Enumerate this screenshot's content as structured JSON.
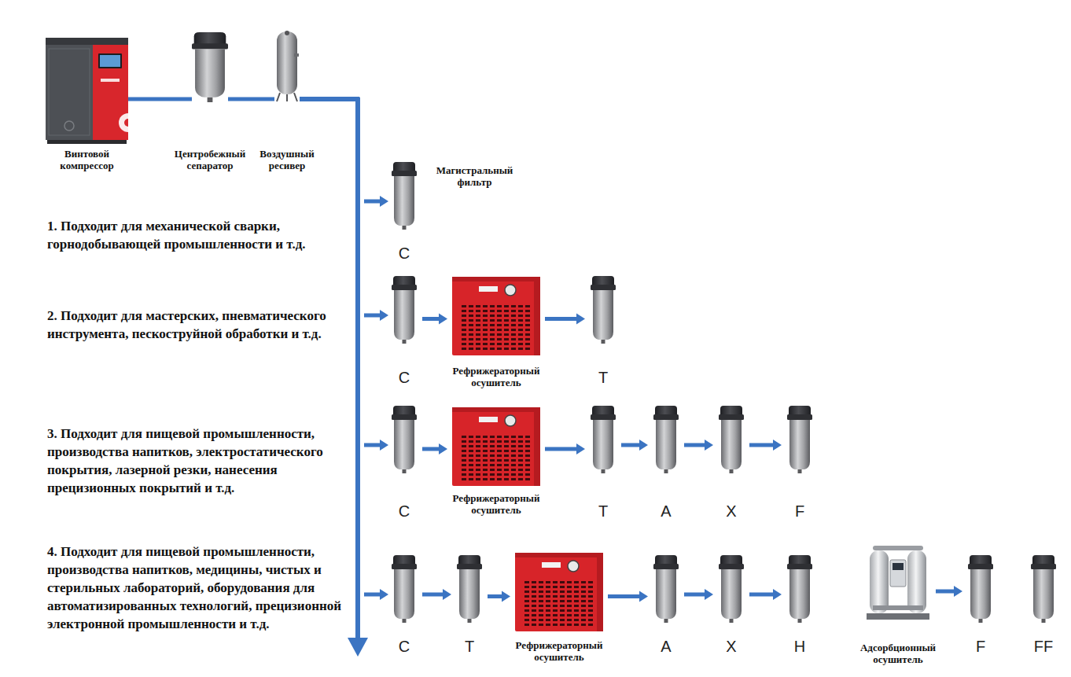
{
  "diagram": {
    "nodes": [
      {
        "text": [
          "Винтовой компрессор"
        ]
      },
      {
        "text": [
          "Центробежный сепаратор"
        ]
      },
      {
        "text": [
          "Воздушный ресивер"
        ]
      },
      {
        "text": [
          "Магистральный фильтр",
          "C"
        ]
      },
      {
        "text": [
          "C"
        ]
      },
      {
        "text": [
          "Рефрижераторный осушитель"
        ]
      },
      {
        "text": [
          "T"
        ]
      },
      {
        "text": [
          "C"
        ]
      },
      {
        "text": [
          "Рефрижераторный осушитель"
        ]
      },
      {
        "text": [
          "T"
        ]
      },
      {
        "text": [
          "A"
        ]
      },
      {
        "text": [
          "X"
        ]
      },
      {
        "text": [
          "F"
        ]
      },
      {
        "text": [
          "C"
        ]
      },
      {
        "text": [
          "T"
        ]
      },
      {
        "text": [
          "Рефрижераторный осушитель"
        ]
      },
      {
        "text": [
          "A"
        ]
      },
      {
        "text": [
          "X"
        ]
      },
      {
        "text": [
          "H"
        ]
      },
      {
        "text": [
          "Адсорбционный осушитель"
        ]
      },
      {
        "text": [
          "F"
        ]
      },
      {
        "text": [
          "FF"
        ]
      }
    ],
    "edges": [
      {
        "from": 0,
        "to": 1,
        "arrow": "none"
      },
      {
        "from": 1,
        "to": 2,
        "arrow": "none"
      },
      {
        "from": 2,
        "to": 3,
        "arrow": "to"
      },
      {
        "from": 2,
        "to": 4,
        "arrow": "to"
      },
      {
        "from": 2,
        "to": 7,
        "arrow": "to"
      },
      {
        "from": 2,
        "to": 13,
        "arrow": "to"
      },
      {
        "from": 4,
        "to": 5,
        "arrow": "to"
      },
      {
        "from": 5,
        "to": 6,
        "arrow": "to"
      },
      {
        "from": 7,
        "to": 8,
        "arrow": "to"
      },
      {
        "from": 8,
        "to": 9,
        "arrow": "to"
      },
      {
        "from": 9,
        "to": 10,
        "arrow": "to"
      },
      {
        "from": 10,
        "to": 11,
        "arrow": "to"
      },
      {
        "from": 11,
        "to": 12,
        "arrow": "to"
      },
      {
        "from": 13,
        "to": 14,
        "arrow": "to"
      },
      {
        "from": 14,
        "to": 15,
        "arrow": "to"
      },
      {
        "from": 15,
        "to": 16,
        "arrow": "to"
      },
      {
        "from": 16,
        "to": 17,
        "arrow": "to"
      },
      {
        "from": 17,
        "to": 18,
        "arrow": "to"
      },
      {
        "from": 19,
        "to": 20,
        "arrow": "to"
      }
    ],
    "labels": [
      "1. Подходит для механической сварки, горнодобывающей промышленности и т.д.",
      "2. Подходит для мастерских, пневматического инструмента, пескоструйной обработки и т.д.",
      "3. Подходит для пищевой промышленности, производства напитков, электростатического покрытия, лазерной резки, нанесения прецизионных покрытий и т.д.",
      "4. Подходит для пищевой промышленности, производства напитков, медицины, чистых и стерильных лабораторий, оборудования для автоматизированных технологий, прецизионной электронной промышленности и т.д."
    ]
  }
}
